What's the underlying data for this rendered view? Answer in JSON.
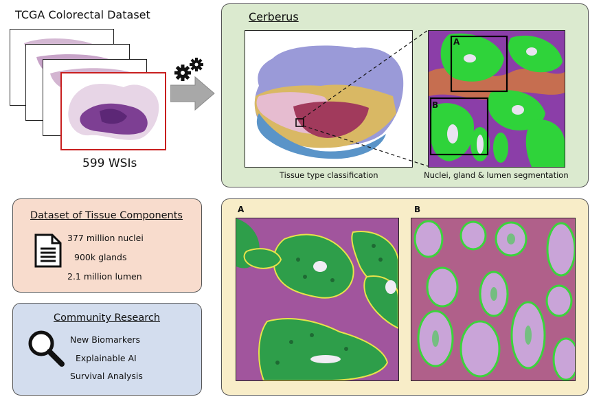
{
  "dataset": {
    "title": "TCGA Colorectal Dataset",
    "count_label": "599 WSIs"
  },
  "cerberus": {
    "title": "Cerberus",
    "caption_left": "Tissue type classification",
    "caption_right": "Nuclei, gland & lumen segmentation",
    "region_a": "A",
    "region_b": "B"
  },
  "components": {
    "title": "Dataset of Tissue Components",
    "items": [
      "377 million nuclei",
      "900k glands",
      "2.1 million lumen"
    ]
  },
  "community": {
    "title": "Community Research",
    "items": [
      "New Biomarkers",
      "Explainable AI",
      "Survival Analysis"
    ]
  },
  "zoom": {
    "label_a": "A",
    "label_b": "B"
  },
  "icons": [
    "gears-icon",
    "arrow-right-icon",
    "document-icon",
    "magnifier-icon"
  ],
  "colors": {
    "cerberus_panel": "#dbeacf",
    "components_panel": "#f8dccd",
    "community_panel": "#d3ddee",
    "zoom_panel": "#f8edc8",
    "front_slide_border": "#c81e1e",
    "gland_overlay": "#2fd33a",
    "stroma_purple": "#8a3fa8"
  }
}
